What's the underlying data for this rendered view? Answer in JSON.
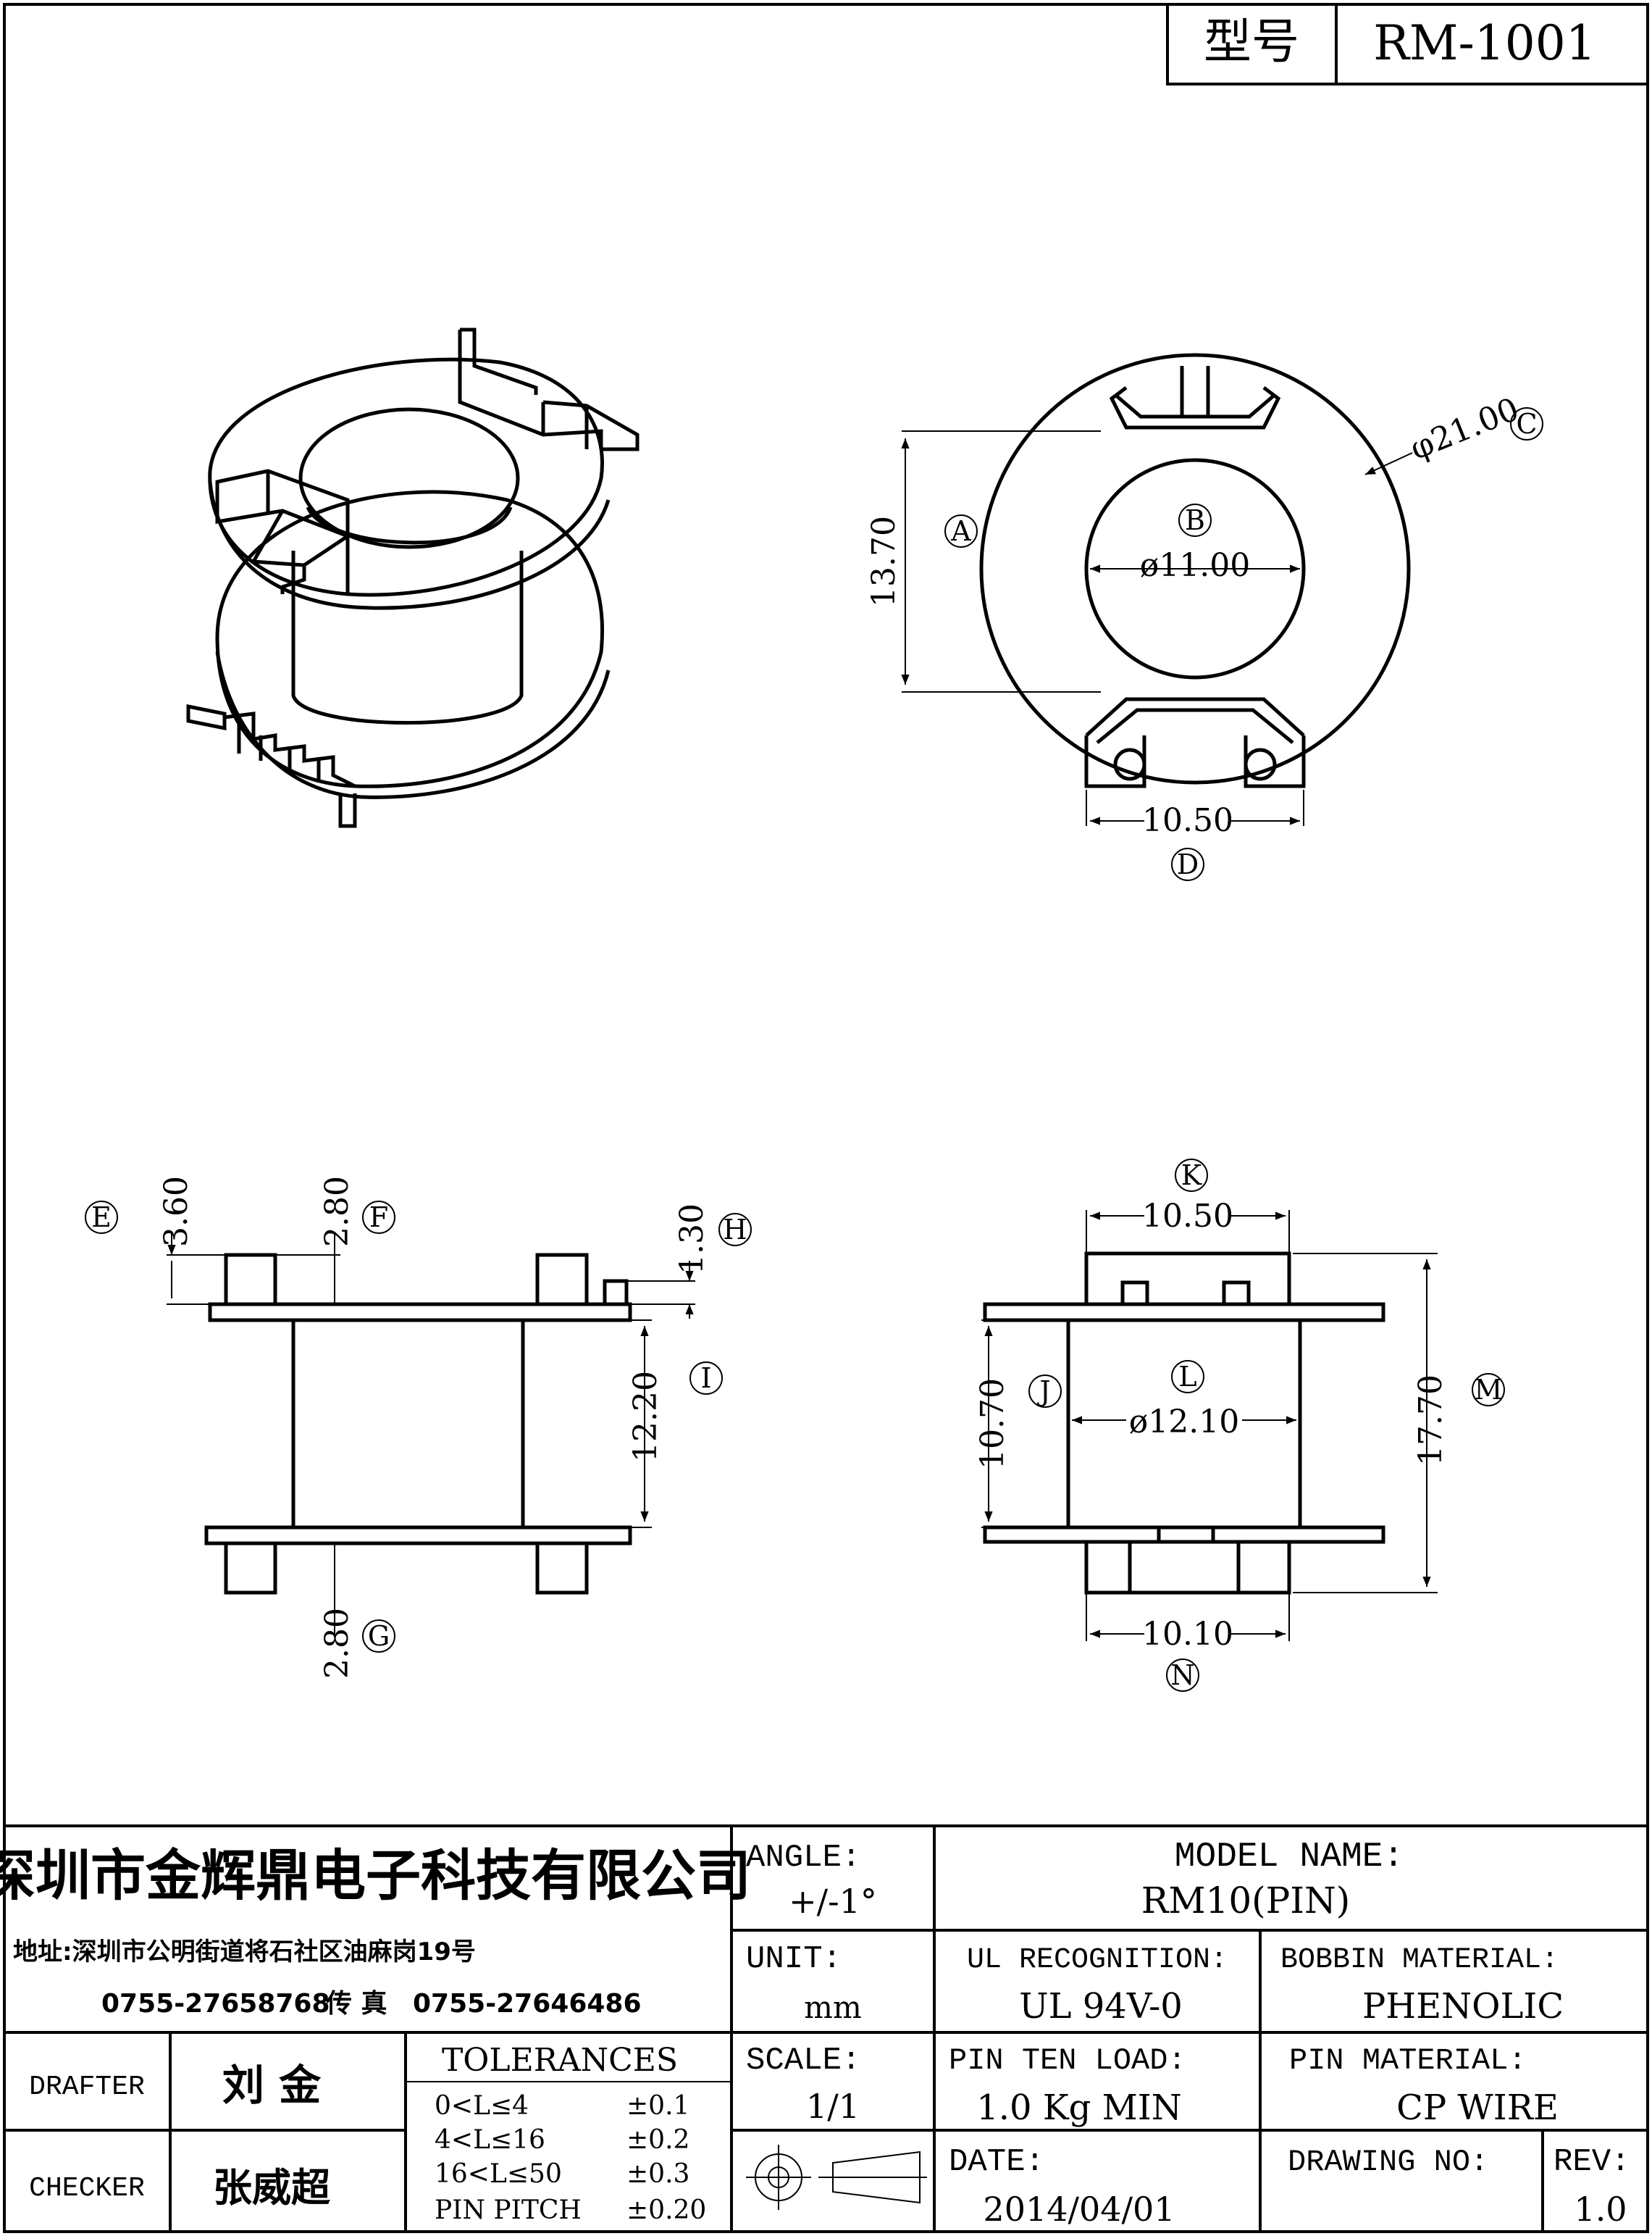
{
  "header": {
    "model_label": "型号",
    "model_value": "RM-1001"
  },
  "views": {
    "top": {
      "dim_a": "13.70",
      "tag_a": "A",
      "dim_b": "ø11.00",
      "tag_b": "B",
      "dim_c": "φ21.00",
      "tag_c": "C",
      "dim_d": "10.50",
      "tag_d": "D"
    },
    "side": {
      "dim_e": "3.60",
      "tag_e": "E",
      "dim_f": "2.80",
      "tag_f": "F",
      "dim_g": "2.80",
      "tag_g": "G",
      "dim_h": "1.30",
      "tag_h": "H",
      "dim_i": "12.20",
      "tag_i": "I"
    },
    "front": {
      "dim_j": "10.70",
      "tag_j": "J",
      "dim_k": "10.50",
      "tag_k": "K",
      "dim_l": "ø12.10",
      "tag_l": "L",
      "dim_m": "17.70",
      "tag_m": "M",
      "dim_n": "10.10",
      "tag_n": "N"
    }
  },
  "title_block": {
    "company": "深圳市金辉鼎电子科技有限公司",
    "address": "地址:深圳市公明街道将石社区油麻岗19号",
    "phone": "0755-27658768",
    "fax_label": "传 真",
    "fax": "0755-27646486",
    "angle_label": "ANGLE:",
    "angle_value": "+/-1°",
    "model_name_label": "MODEL NAME:",
    "model_name_value": "RM10(PIN)",
    "unit_label": "UNIT:",
    "unit_value": "mm",
    "ul_label": "UL RECOGNITION:",
    "ul_value": "UL 94V-0",
    "bobbin_label": "BOBBIN MATERIAL:",
    "bobbin_value": "PHENOLIC",
    "drafter_label": "DRAFTER",
    "drafter_value": "刘 金",
    "checker_label": "CHECKER",
    "checker_value": "张威超",
    "tolerances_label": "TOLERANCES",
    "tolerances": [
      {
        "range": "0<L≤4",
        "value": "±0.1"
      },
      {
        "range": "4<L≤16",
        "value": "±0.2"
      },
      {
        "range": "16<L≤50",
        "value": "±0.3"
      },
      {
        "range": "PIN PITCH",
        "value": "±0.20"
      }
    ],
    "scale_label": "SCALE:",
    "scale_value": "1/1",
    "pin_load_label": "PIN TEN LOAD:",
    "pin_load_value": "1.0 Kg MIN",
    "pin_material_label": "PIN MATERIAL:",
    "pin_material_value": "CP WIRE",
    "date_label": "DATE:",
    "date_value": "2014/04/01",
    "drawing_no_label": "DRAWING NO:",
    "rev_label": "REV:",
    "rev_value": "1.0"
  }
}
